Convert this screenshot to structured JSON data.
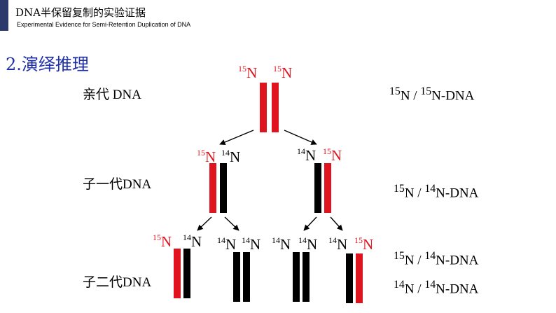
{
  "header": {
    "title_cn": "DNA半保留复制的实验证据",
    "title_en": "Experimental Evidence for Semi-Retention Duplication of DNA"
  },
  "section_title": "2.演绎推理",
  "generations": {
    "parent": "亲代   DNA",
    "f1": "子一代DNA",
    "f2": "子二代DNA"
  },
  "dna_types": {
    "parent": {
      "m1": "15",
      "t1": "N / ",
      "m2": "15",
      "t2": "N-DNA"
    },
    "f1": {
      "m1": "15",
      "t1": "N / ",
      "m2": "14",
      "t2": "N-DNA"
    },
    "f2_hybrid": {
      "m1": "15",
      "t1": "N / ",
      "m2": "14",
      "t2": "N-DNA"
    },
    "f2_light": {
      "m1": "14",
      "t1": "N / ",
      "m2": "14",
      "t2": "N-DNA"
    }
  },
  "strand_labels": {
    "parent": [
      {
        "mass": "15",
        "el": "N"
      },
      {
        "mass": "15",
        "el": "N"
      }
    ],
    "f1_left": [
      {
        "mass": "15",
        "el": "N"
      },
      {
        "mass": "14",
        "el": "N"
      }
    ],
    "f1_right": [
      {
        "mass": "14",
        "el": "N"
      },
      {
        "mass": "15",
        "el": "N"
      }
    ],
    "f2_a": [
      {
        "mass": "15",
        "el": "N"
      },
      {
        "mass": "14",
        "el": "N"
      }
    ],
    "f2_b": [
      {
        "mass": "14",
        "el": "N"
      },
      {
        "mass": "14",
        "el": "N"
      }
    ],
    "f2_c": [
      {
        "mass": "14",
        "el": "N"
      },
      {
        "mass": "14",
        "el": "N"
      }
    ],
    "f2_d": [
      {
        "mass": "14",
        "el": "N"
      },
      {
        "mass": "15",
        "el": "N"
      }
    ]
  },
  "colors": {
    "heavy_15N": "#e0141e",
    "light_14N": "#000000",
    "section_title": "#1f2fa8",
    "header_bar": "#2c3a6b"
  }
}
